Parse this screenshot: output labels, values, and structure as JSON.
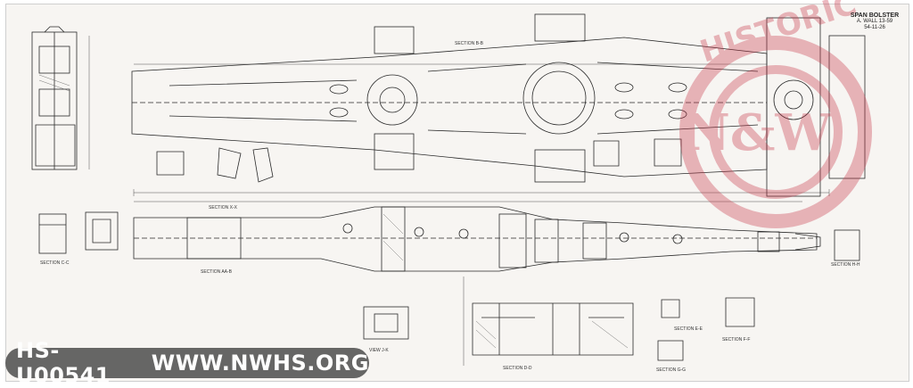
{
  "title_block": {
    "subject": "SPAN BOLSTER",
    "line2": "A. WALL 13-59",
    "drawing_no": "54-11-26"
  },
  "watermark": {
    "id": "HS-U00541",
    "url": "WWW.NWHS.ORG",
    "seal_text": "HISTORICAL SOCIETY",
    "seal_initials": "N&W",
    "seal_color": "#c9374a"
  },
  "section_labels": {
    "b_b": "SECTION B-B",
    "a_a": "SECTION AA-B",
    "c_c": "SECTION C-C",
    "d_d": "SECTION D-D",
    "e_e": "SECTION E-E",
    "f_f": "SECTION F-F",
    "g_g": "SECTION G-G",
    "h_h": "SECTION H-H",
    "x_x": "SECTION X-X",
    "view": "VIEW J-K"
  },
  "colors": {
    "line": "#2a2a2a",
    "paper": "#f7f5f2"
  }
}
